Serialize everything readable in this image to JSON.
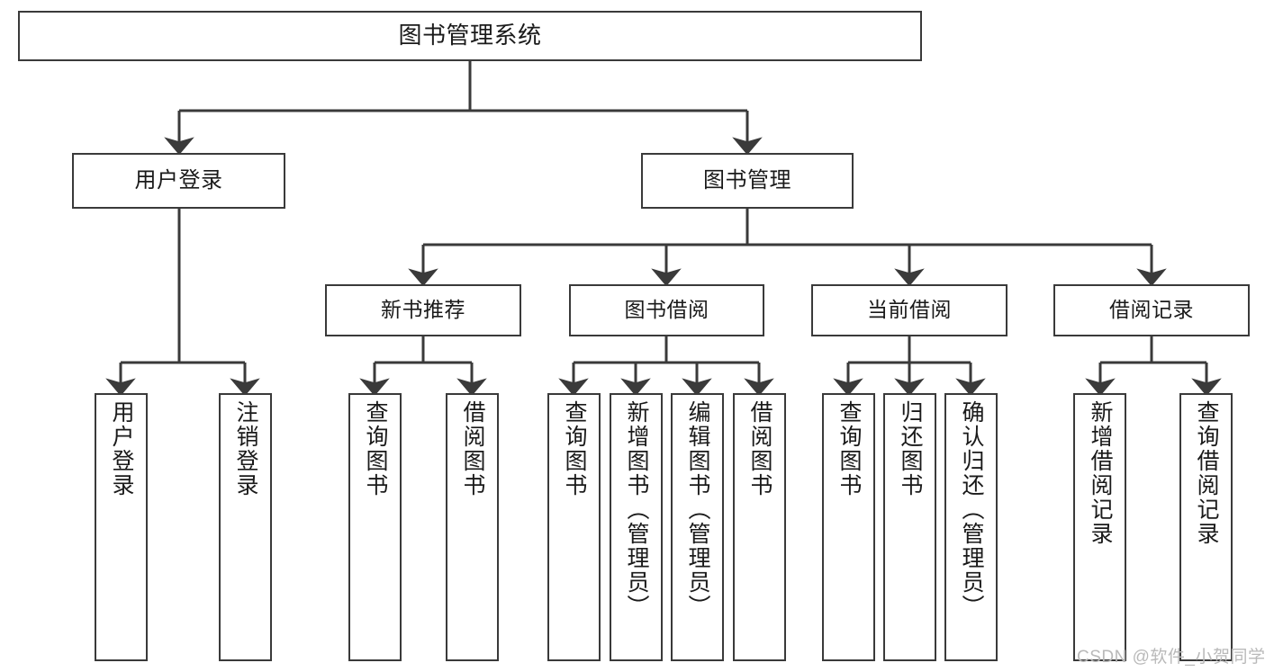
{
  "diagram": {
    "title": "图书管理系统",
    "style": {
      "box_border_color": "#3a3a3a",
      "box_fill_color": "#ffffff",
      "line_color": "#3a3a3a",
      "text_color": "#1a1a1a",
      "background": "#ffffff",
      "watermark_color": "#b9b9b9"
    },
    "root": {
      "label": "图书管理系统"
    },
    "level2": [
      {
        "label": "用户登录"
      },
      {
        "label": "图书管理"
      }
    ],
    "level3": [
      {
        "label": "新书推荐"
      },
      {
        "label": "图书借阅"
      },
      {
        "label": "当前借阅"
      },
      {
        "label": "借阅记录"
      }
    ],
    "leaves": [
      {
        "label": "用户登录",
        "parent": "用户登录"
      },
      {
        "label": "注销登录",
        "parent": "用户登录"
      },
      {
        "label": "查询图书",
        "parent": "新书推荐"
      },
      {
        "label": "借阅图书",
        "parent": "新书推荐"
      },
      {
        "label": "查询图书",
        "parent": "图书借阅"
      },
      {
        "label": "新增图书（管理员）",
        "parent": "图书借阅"
      },
      {
        "label": "编辑图书（管理员）",
        "parent": "图书借阅"
      },
      {
        "label": "借阅图书",
        "parent": "图书借阅"
      },
      {
        "label": "查询图书",
        "parent": "当前借阅"
      },
      {
        "label": "归还图书",
        "parent": "当前借阅"
      },
      {
        "label": "确认归还（管理员）",
        "parent": "当前借阅"
      },
      {
        "label": "新增借阅记录",
        "parent": "借阅记录"
      },
      {
        "label": "查询借阅记录",
        "parent": "借阅记录"
      }
    ],
    "watermark": "CSDN @软件_小贺同学"
  }
}
